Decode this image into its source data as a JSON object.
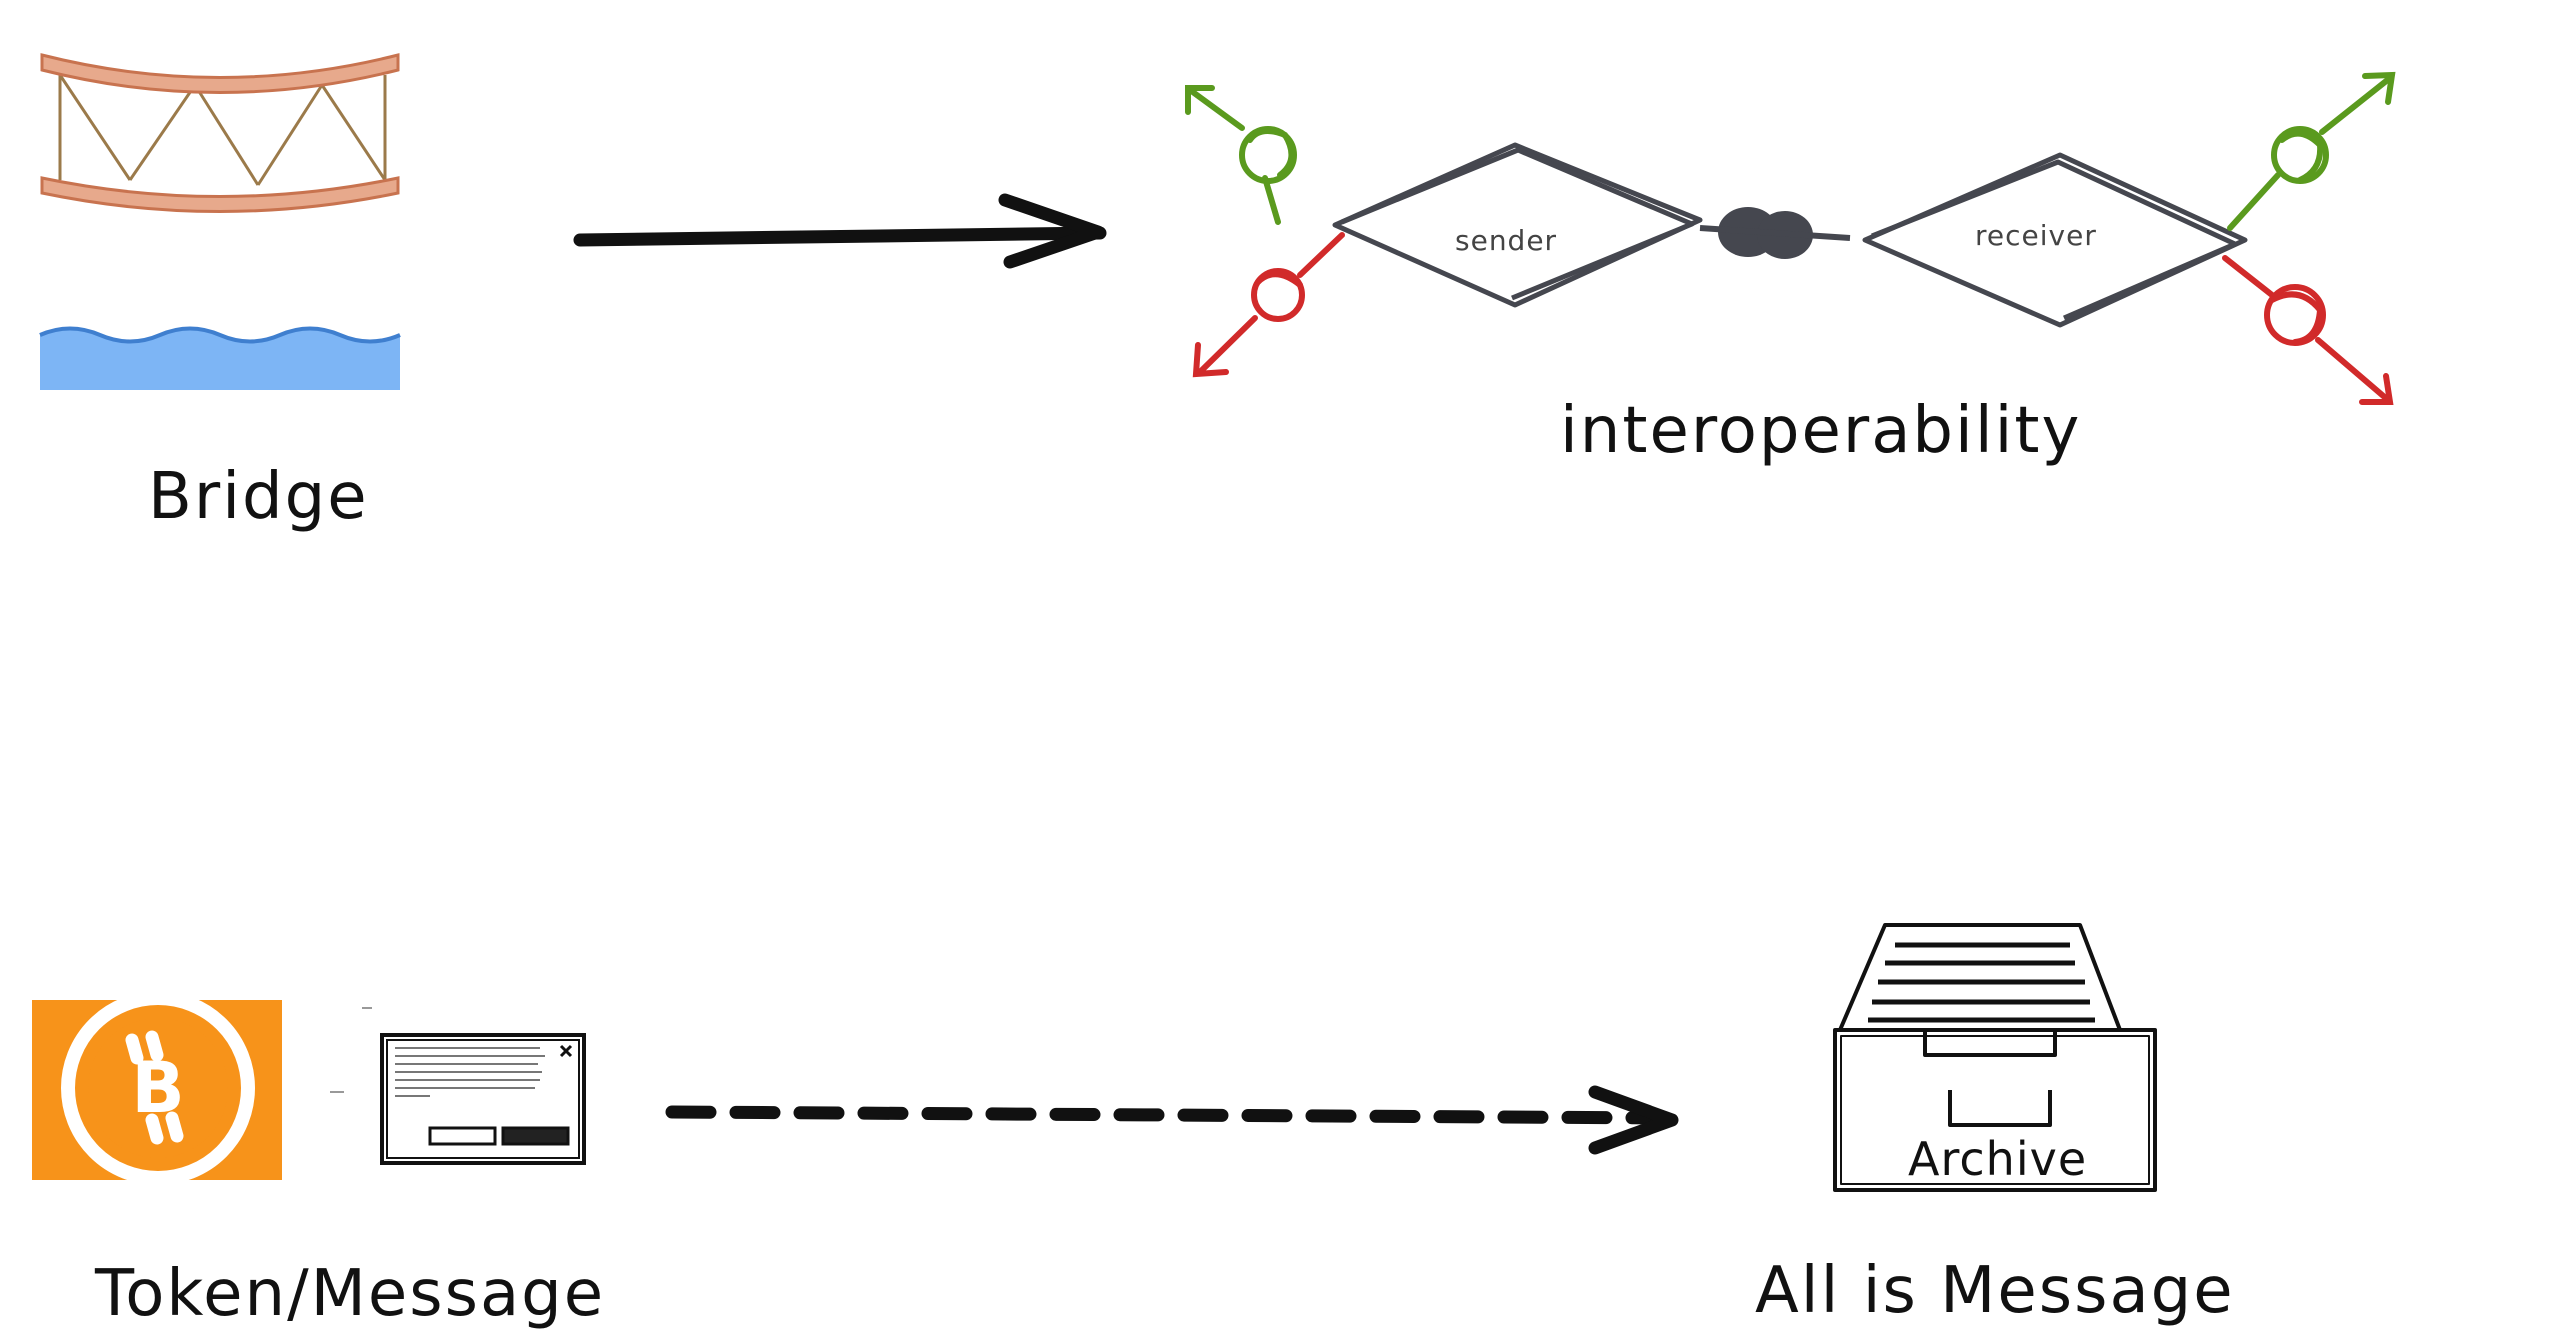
{
  "labels": {
    "bridge": "Bridge",
    "interoperability": "interoperability",
    "sender": "sender",
    "receiver": "receiver",
    "token_message": "Token/Message",
    "archive": "Archive",
    "all_is_message": "All is Message"
  },
  "icons": {
    "token": "bitcoin-token-icon",
    "message": "message-dialog-icon",
    "archive": "archive-drawer-icon",
    "bridge": "bridge-icon"
  },
  "colors": {
    "ink": "#111111",
    "bridge_truss": "#9b7a4a",
    "bridge_deck": "#d98b6a",
    "water": "#7db5f5",
    "water_line": "#3f7fcf",
    "token_orange": "#f7931a",
    "green": "#5a9a1e",
    "red": "#d12a2a",
    "diamond": "#45474f"
  }
}
